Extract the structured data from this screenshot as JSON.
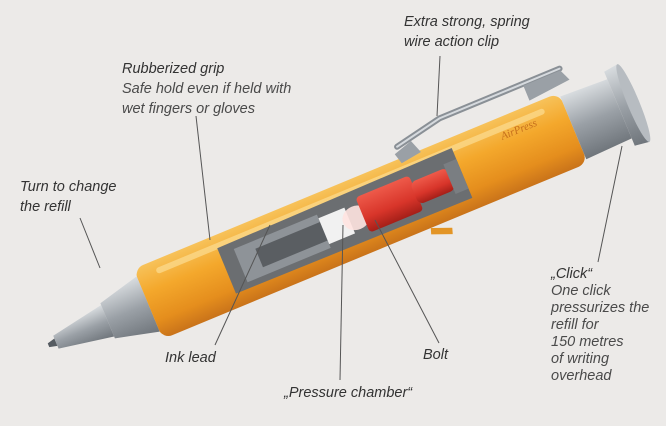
{
  "labels": {
    "clip": {
      "lines": [
        "Extra strong, spring",
        "wire action clip"
      ]
    },
    "grip": {
      "title": "Rubberized grip",
      "lines": [
        "Safe hold even if held with",
        "wet fingers or gloves"
      ]
    },
    "turn": {
      "lines": [
        "Turn to change",
        "the refill"
      ]
    },
    "click": {
      "title": "„Click“",
      "lines": [
        "One click",
        "pressurizes the",
        "refill for",
        "150 metres",
        "of writing",
        "overhead"
      ]
    },
    "ink": {
      "title": "Ink lead"
    },
    "bolt": {
      "title": "Bolt"
    },
    "chamber": {
      "title": "„Pressure chamber“"
    }
  },
  "brand": "AirPress",
  "colors": {
    "barrel": "#f2a42a",
    "barrel_dark": "#d9821a",
    "steel": "#9aa0a6",
    "bolt": "#d8352a",
    "text": "#3c3c3c",
    "line": "#555555",
    "background": "#eceae8"
  }
}
